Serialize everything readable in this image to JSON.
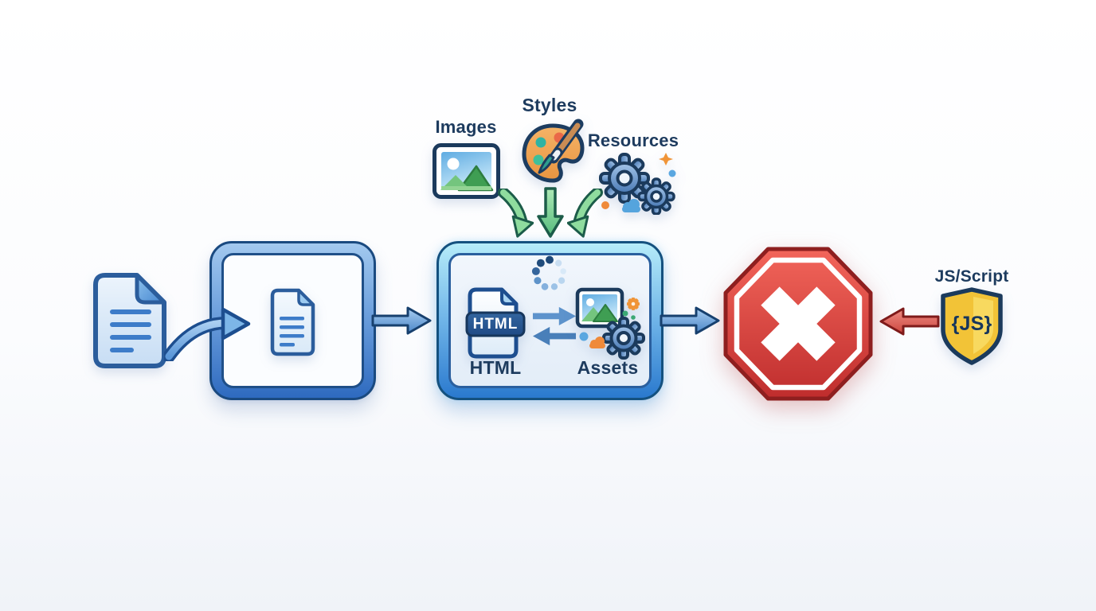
{
  "sources": {
    "images": {
      "label": "Images",
      "icon": "picture-icon"
    },
    "styles": {
      "label": "Styles",
      "icon": "paint-palette-icon"
    },
    "resources": {
      "label": "Resources",
      "icon": "gears-icon"
    }
  },
  "pipeline": {
    "input_document": {
      "icon": "document-icon"
    },
    "parse_box": {
      "icon": "small-document-icon"
    },
    "render_box": {
      "spinner_icon": "loading-spinner-icon",
      "html": {
        "badge": "HTML",
        "label": "HTML",
        "icon": "html-file-icon"
      },
      "exchange_icon": "sync-arrows-icon",
      "assets": {
        "label": "Assets",
        "icon": "assets-picture-gear-icon"
      }
    },
    "stop": {
      "icon": "stop-sign-icon"
    },
    "script_source": {
      "label": "JS/Script",
      "badge": "{JS}",
      "icon": "js-shield-icon"
    }
  },
  "colors": {
    "navy_text": "#1d3b5e",
    "blue_accent": "#3f7fc4",
    "cyan_border": "#aee9f8",
    "green_arrow": "#58bd80",
    "red_stop": "#d53c3c",
    "gold_badge": "#f2c337",
    "background": "#f7f9fc"
  }
}
